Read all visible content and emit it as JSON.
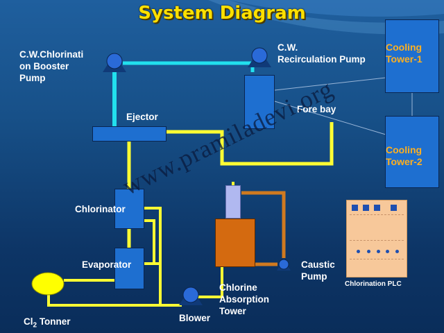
{
  "title": "System Diagram",
  "watermark": "www.pramiladevi.org",
  "labels": {
    "cw_booster": "C.W.Chlorinati\non Booster\nPump",
    "cw_recirc": "C.W.\nRecirculation Pump",
    "ejector": "Ejector",
    "fore_bay": "Fore bay",
    "chlorinator": "Chlorinator",
    "evaporator": "Evaporator",
    "cl2_tonner_main": "Cl",
    "cl2_tonner_sub": "2",
    "cl2_tonner_rest": " Tonner",
    "blower": "Blower",
    "absorption_tower": "Chlorine\nAbsorption\nTower",
    "caustic_pump": "Caustic\nPump",
    "plc": "Chlorination PLC",
    "cooling_tower_1": "Cooling\nTower-1",
    "cooling_tower_2": "Cooling\nTower-2"
  },
  "colors": {
    "water_pipe": "#22e0ee",
    "chlorine_pipe": "#ffff33",
    "caustic_pipe": "#d07a20",
    "equipment_blue": "#1e6fd0",
    "tower_orange": "#d46a10",
    "title_yellow": "#ffe000",
    "cooling_text": "#ffb020"
  },
  "icons": {
    "pump": "pump-icon",
    "tank": "cylinder-tank-icon"
  }
}
